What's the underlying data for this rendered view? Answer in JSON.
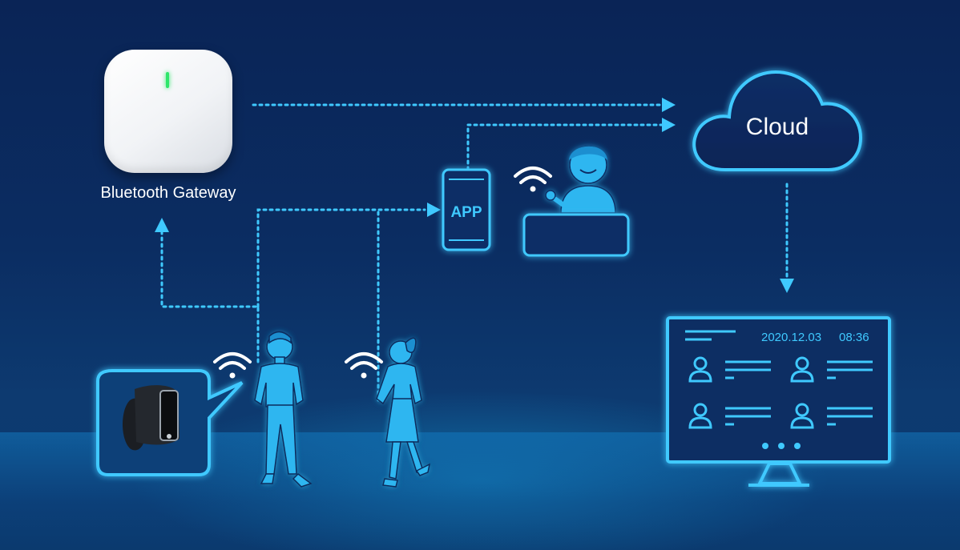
{
  "gateway": {
    "label": "Bluetooth Gateway"
  },
  "cloud": {
    "label": "Cloud"
  },
  "app": {
    "label": "APP"
  },
  "monitor": {
    "date": "2020.12.03",
    "time": "08:36"
  },
  "colors": {
    "background": "#0a2a5c",
    "accent": "#3fc9ff",
    "figure_fill": "#2fb6f0",
    "led": "#2ee66a"
  },
  "icons": [
    "wifi-icon",
    "person-icon",
    "smartwatch-icon",
    "phone-icon",
    "cloud-icon",
    "monitor-icon"
  ]
}
